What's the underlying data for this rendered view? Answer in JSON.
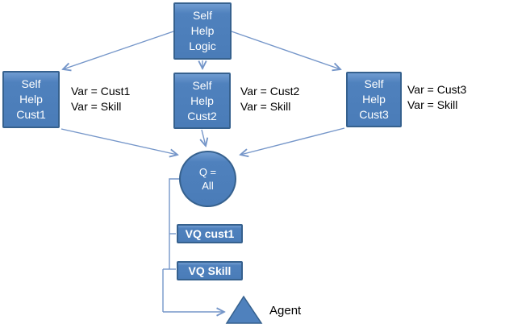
{
  "colors": {
    "node_fill": "#4f81bd",
    "node_border": "#36618e",
    "connector_line": "#7596c9",
    "node_text": "#ffffff",
    "label_text": "#000000",
    "background": "#ffffff"
  },
  "nodes": {
    "logic": {
      "lines": [
        "Self",
        "Help",
        "Logic"
      ]
    },
    "cust1": {
      "lines": [
        "Self",
        "Help",
        "Cust1"
      ]
    },
    "cust2": {
      "lines": [
        "Self",
        "Help",
        "Cust2"
      ]
    },
    "cust3": {
      "lines": [
        "Self",
        "Help",
        "Cust3"
      ]
    },
    "queue": {
      "lines": [
        "Q =",
        "All"
      ]
    },
    "vq_cust1": {
      "label": "VQ cust1"
    },
    "vq_skill": {
      "label": "VQ Skill"
    },
    "agent": {
      "label": "Agent"
    }
  },
  "labels": {
    "group1": {
      "line1": "Var = Cust1",
      "line2": "Var = Skill"
    },
    "group2": {
      "line1": "Var = Cust2",
      "line2": "Var = Skill"
    },
    "group3": {
      "line1": "Var = Cust3",
      "line2": "Var = Skill"
    }
  }
}
